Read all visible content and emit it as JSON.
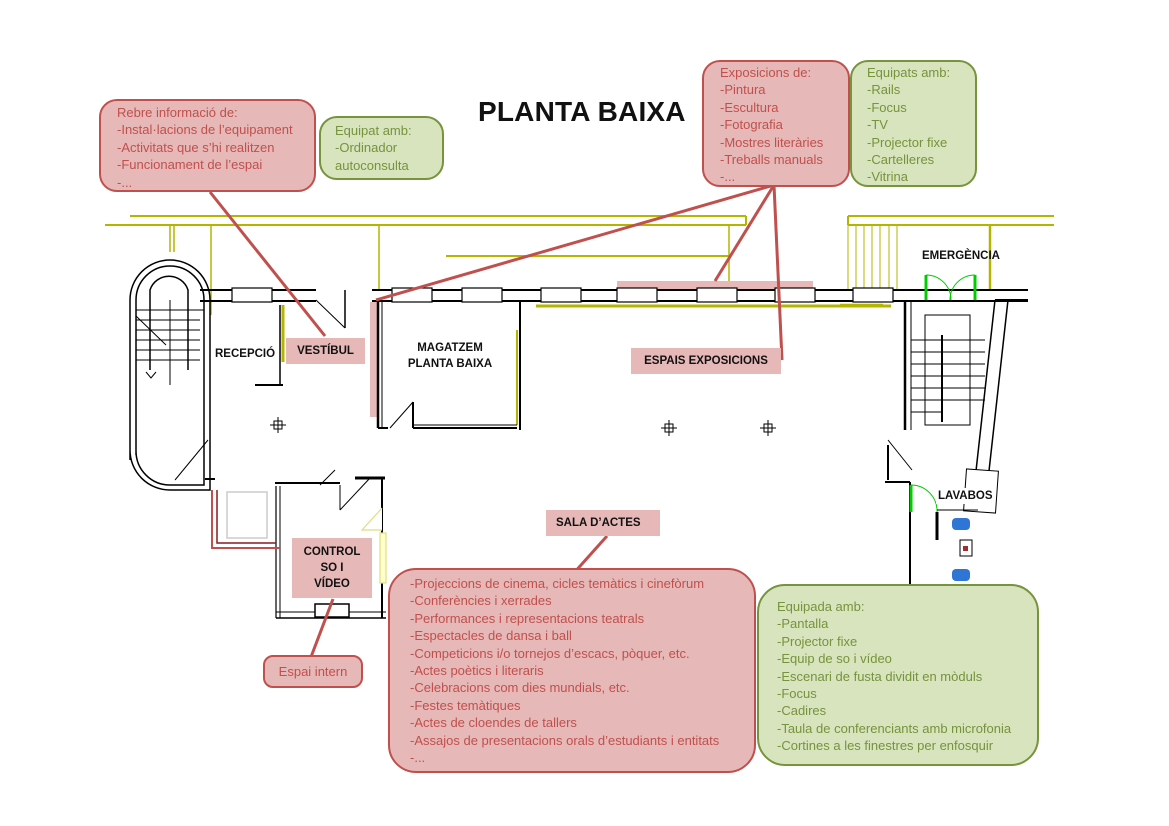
{
  "title": "PLANTA BAIXA",
  "colors": {
    "red_fill": "#e6b8b7",
    "red_border": "#c0504d",
    "green_fill": "#d7e4bd",
    "green_border": "#77933c",
    "wall": "#000000",
    "yellow_line": "#b5b500",
    "exit_green": "#00cc00"
  },
  "rooms": {
    "recepcio": "RECEPCIÓ",
    "magatzem": [
      "MAGATZEM",
      "PLANTA BAIXA"
    ],
    "emergencia": "EMERGÈNCIA",
    "lavabos": "LAVABOS"
  },
  "tags": {
    "vestibul": "VESTÍBUL",
    "espais_exposicions": "ESPAIS EXPOSICIONS",
    "sala_actes": "SALA D’ACTES",
    "control": [
      "CONTROL",
      "SO I",
      "VÍDEO"
    ]
  },
  "callouts": {
    "reception_info": {
      "lines": [
        "Rebre informació de:",
        "-Instal·lacions de l’equipament",
        "-Activitats que s’hi realitzen",
        "-Funcionament de l’espai",
        "-..."
      ]
    },
    "reception_equipment": {
      "lines": [
        "Equipat amb:",
        "-Ordinador",
        "autoconsulta"
      ]
    },
    "exhibitions": {
      "lines": [
        "Exposicions de:",
        "-Pintura",
        "-Escultura",
        "-Fotografia",
        "-Mostres literàries",
        "-Treballs manuals",
        "-..."
      ]
    },
    "exhibitions_equipment": {
      "lines": [
        "Equipats amb:",
        "-Rails",
        "-Focus",
        "-TV",
        "-Projector fixe",
        "-Cartelleres",
        "-Vitrina"
      ]
    },
    "hall_activities": {
      "lines": [
        "-Projeccions de cinema, cicles temàtics i cinefòrum",
        "-Conferències i xerrades",
        "-Performances i representacions teatrals",
        "-Espectacles de dansa i ball",
        "-Competicions i/o tornejos d’escacs, pòquer, etc.",
        "-Actes poètics i literaris",
        "-Celebracions com dies mundials, etc.",
        "-Festes temàtiques",
        "-Actes de cloendes de tallers",
        "-Assajos de presentacions orals d’estudiants i entitats",
        "-..."
      ]
    },
    "hall_equipment": {
      "lines": [
        "Equipada amb:",
        "-Pantalla",
        "-Projector fixe",
        "-Equip de so i vídeo",
        "-Escenari de fusta dividit en mòduls",
        "-Focus",
        "-Cadires",
        "-Taula de conferenciants amb microfonia",
        "-Cortines a les finestres per enfosquir"
      ]
    },
    "control_note": {
      "text": "Espai intern"
    }
  }
}
